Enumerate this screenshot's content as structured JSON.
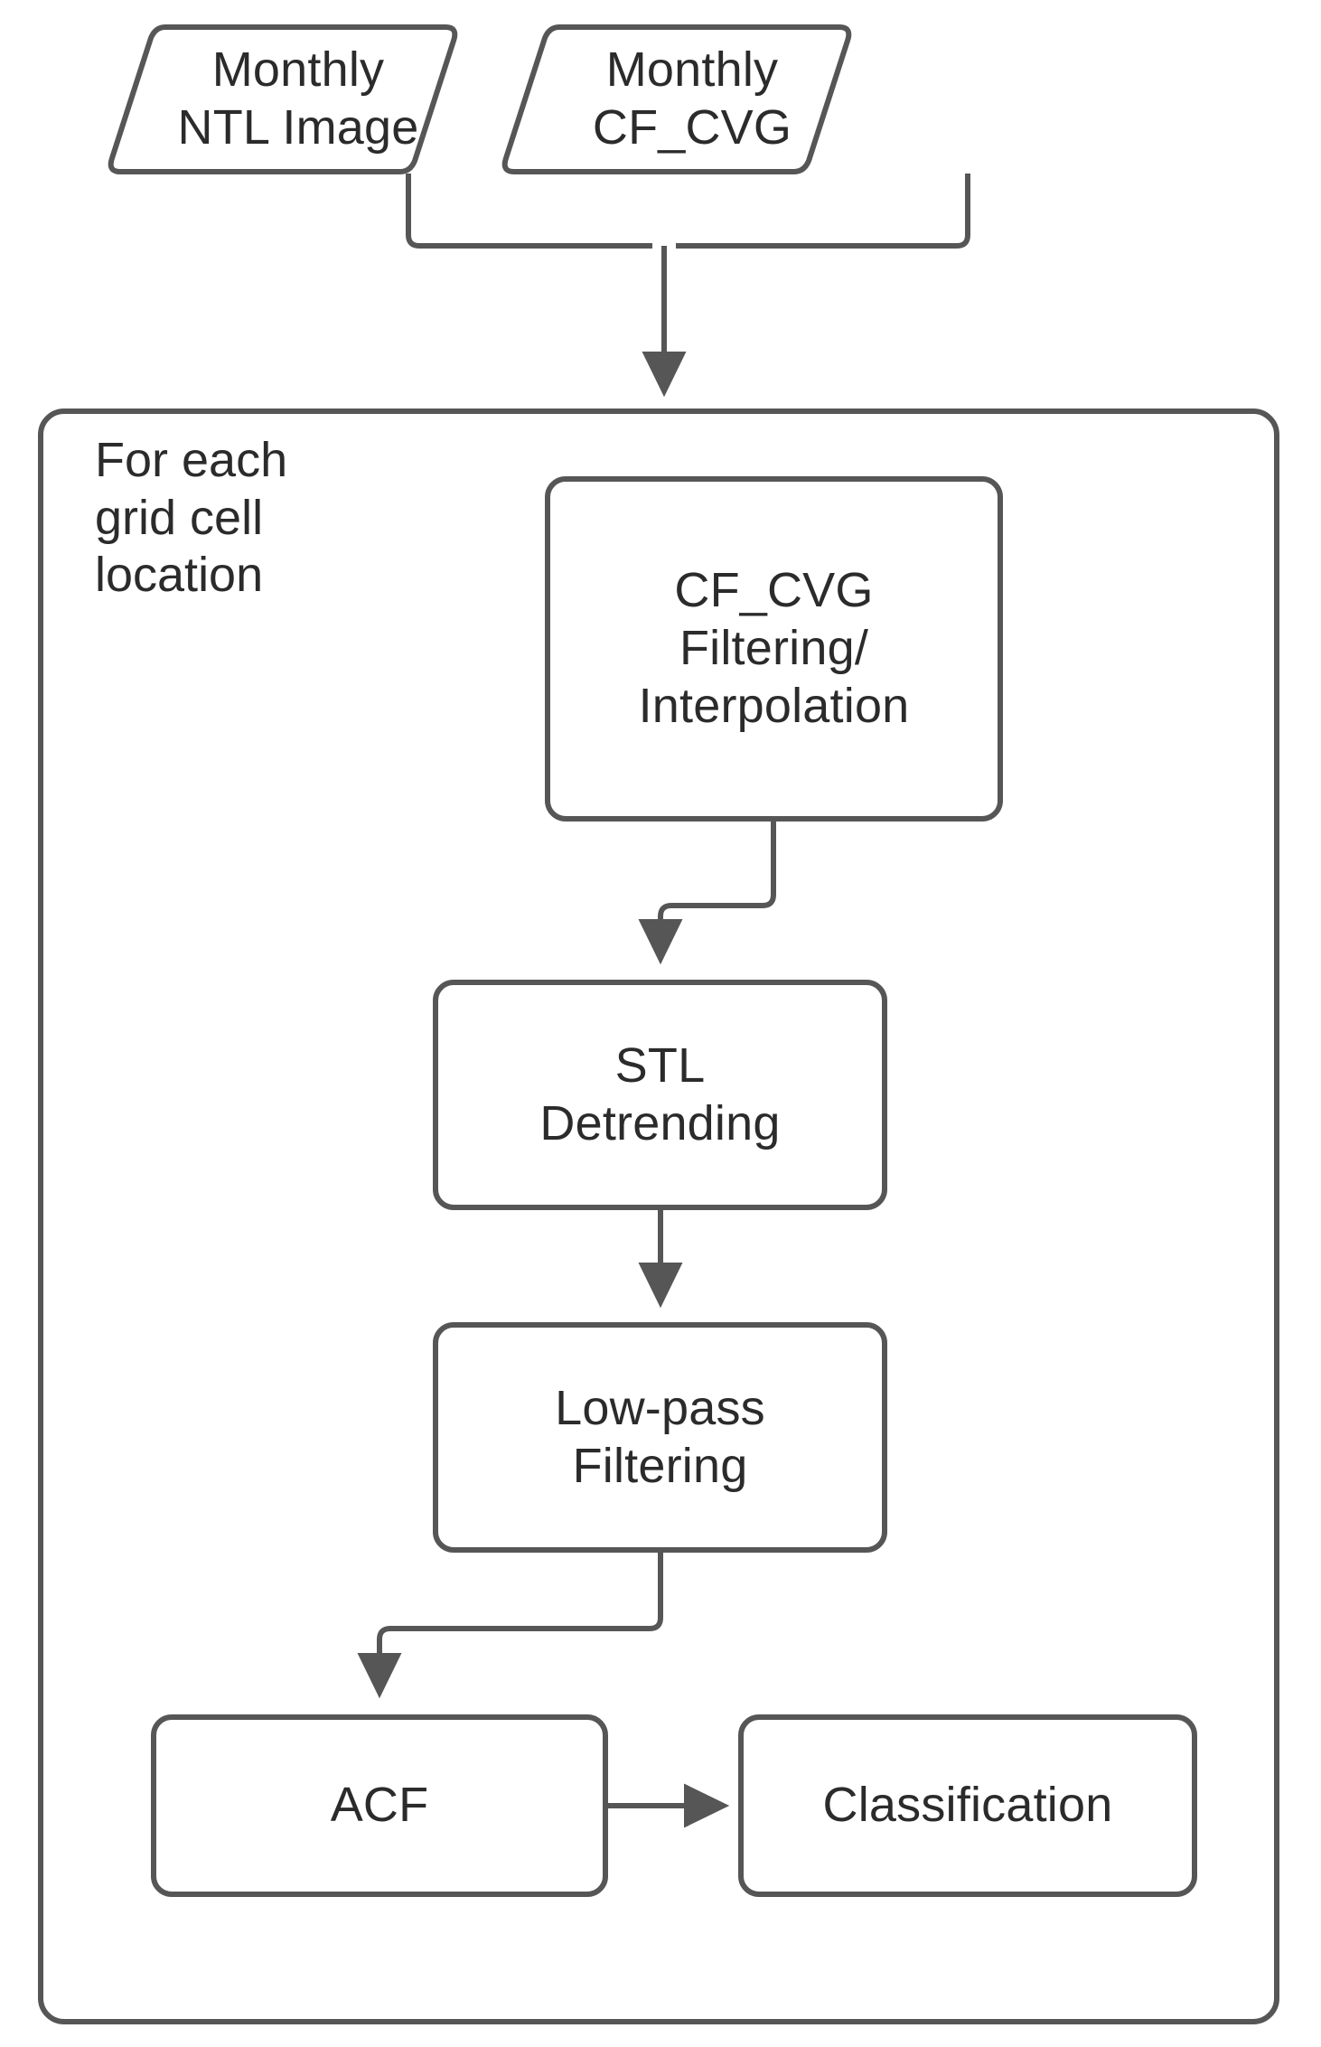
{
  "diagram": {
    "title": "NTL time-series processing flowchart",
    "stroke_color": "#565656",
    "text_color": "#2b2b2b",
    "fill_color": "#ffffff",
    "inputs": [
      {
        "id": "monthly-ntl-image",
        "shape": "parallelogram",
        "label": "Monthly\nNTL Image"
      },
      {
        "id": "monthly-cf-cvg",
        "shape": "parallelogram",
        "label": "Monthly\nCF_CVG"
      }
    ],
    "loop_container": {
      "id": "for-each-grid-cell",
      "label": "For each\ngrid cell\nlocation"
    },
    "process_nodes": [
      {
        "id": "cf-cvg-filtering-interpolation",
        "shape": "rounded-rect",
        "label": "CF_CVG\nFiltering/\nInterpolation"
      },
      {
        "id": "stl-detrending",
        "shape": "rounded-rect",
        "label": "STL\nDetrending"
      },
      {
        "id": "low-pass-filtering",
        "shape": "rounded-rect",
        "label": "Low-pass\nFiltering"
      },
      {
        "id": "acf",
        "shape": "rounded-rect",
        "label": "ACF"
      },
      {
        "id": "classification",
        "shape": "rounded-rect",
        "label": "Classification"
      }
    ],
    "edges": [
      {
        "id": "edge-ntl-to-loop",
        "from": "monthly-ntl-image",
        "to": "for-each-grid-cell",
        "style": "elbow-arrow"
      },
      {
        "id": "edge-cfcvg-to-loop",
        "from": "monthly-cf-cvg",
        "to": "for-each-grid-cell",
        "style": "elbow-arrow"
      },
      {
        "id": "edge-cfcvg-filter-to-stl",
        "from": "cf-cvg-filtering-interpolation",
        "to": "stl-detrending",
        "style": "elbow-arrow"
      },
      {
        "id": "edge-stl-to-lowpass",
        "from": "stl-detrending",
        "to": "low-pass-filtering",
        "style": "straight-arrow"
      },
      {
        "id": "edge-lowpass-to-acf",
        "from": "low-pass-filtering",
        "to": "acf",
        "style": "elbow-arrow"
      },
      {
        "id": "edge-acf-to-classification",
        "from": "acf",
        "to": "classification",
        "style": "straight-arrow"
      }
    ]
  }
}
